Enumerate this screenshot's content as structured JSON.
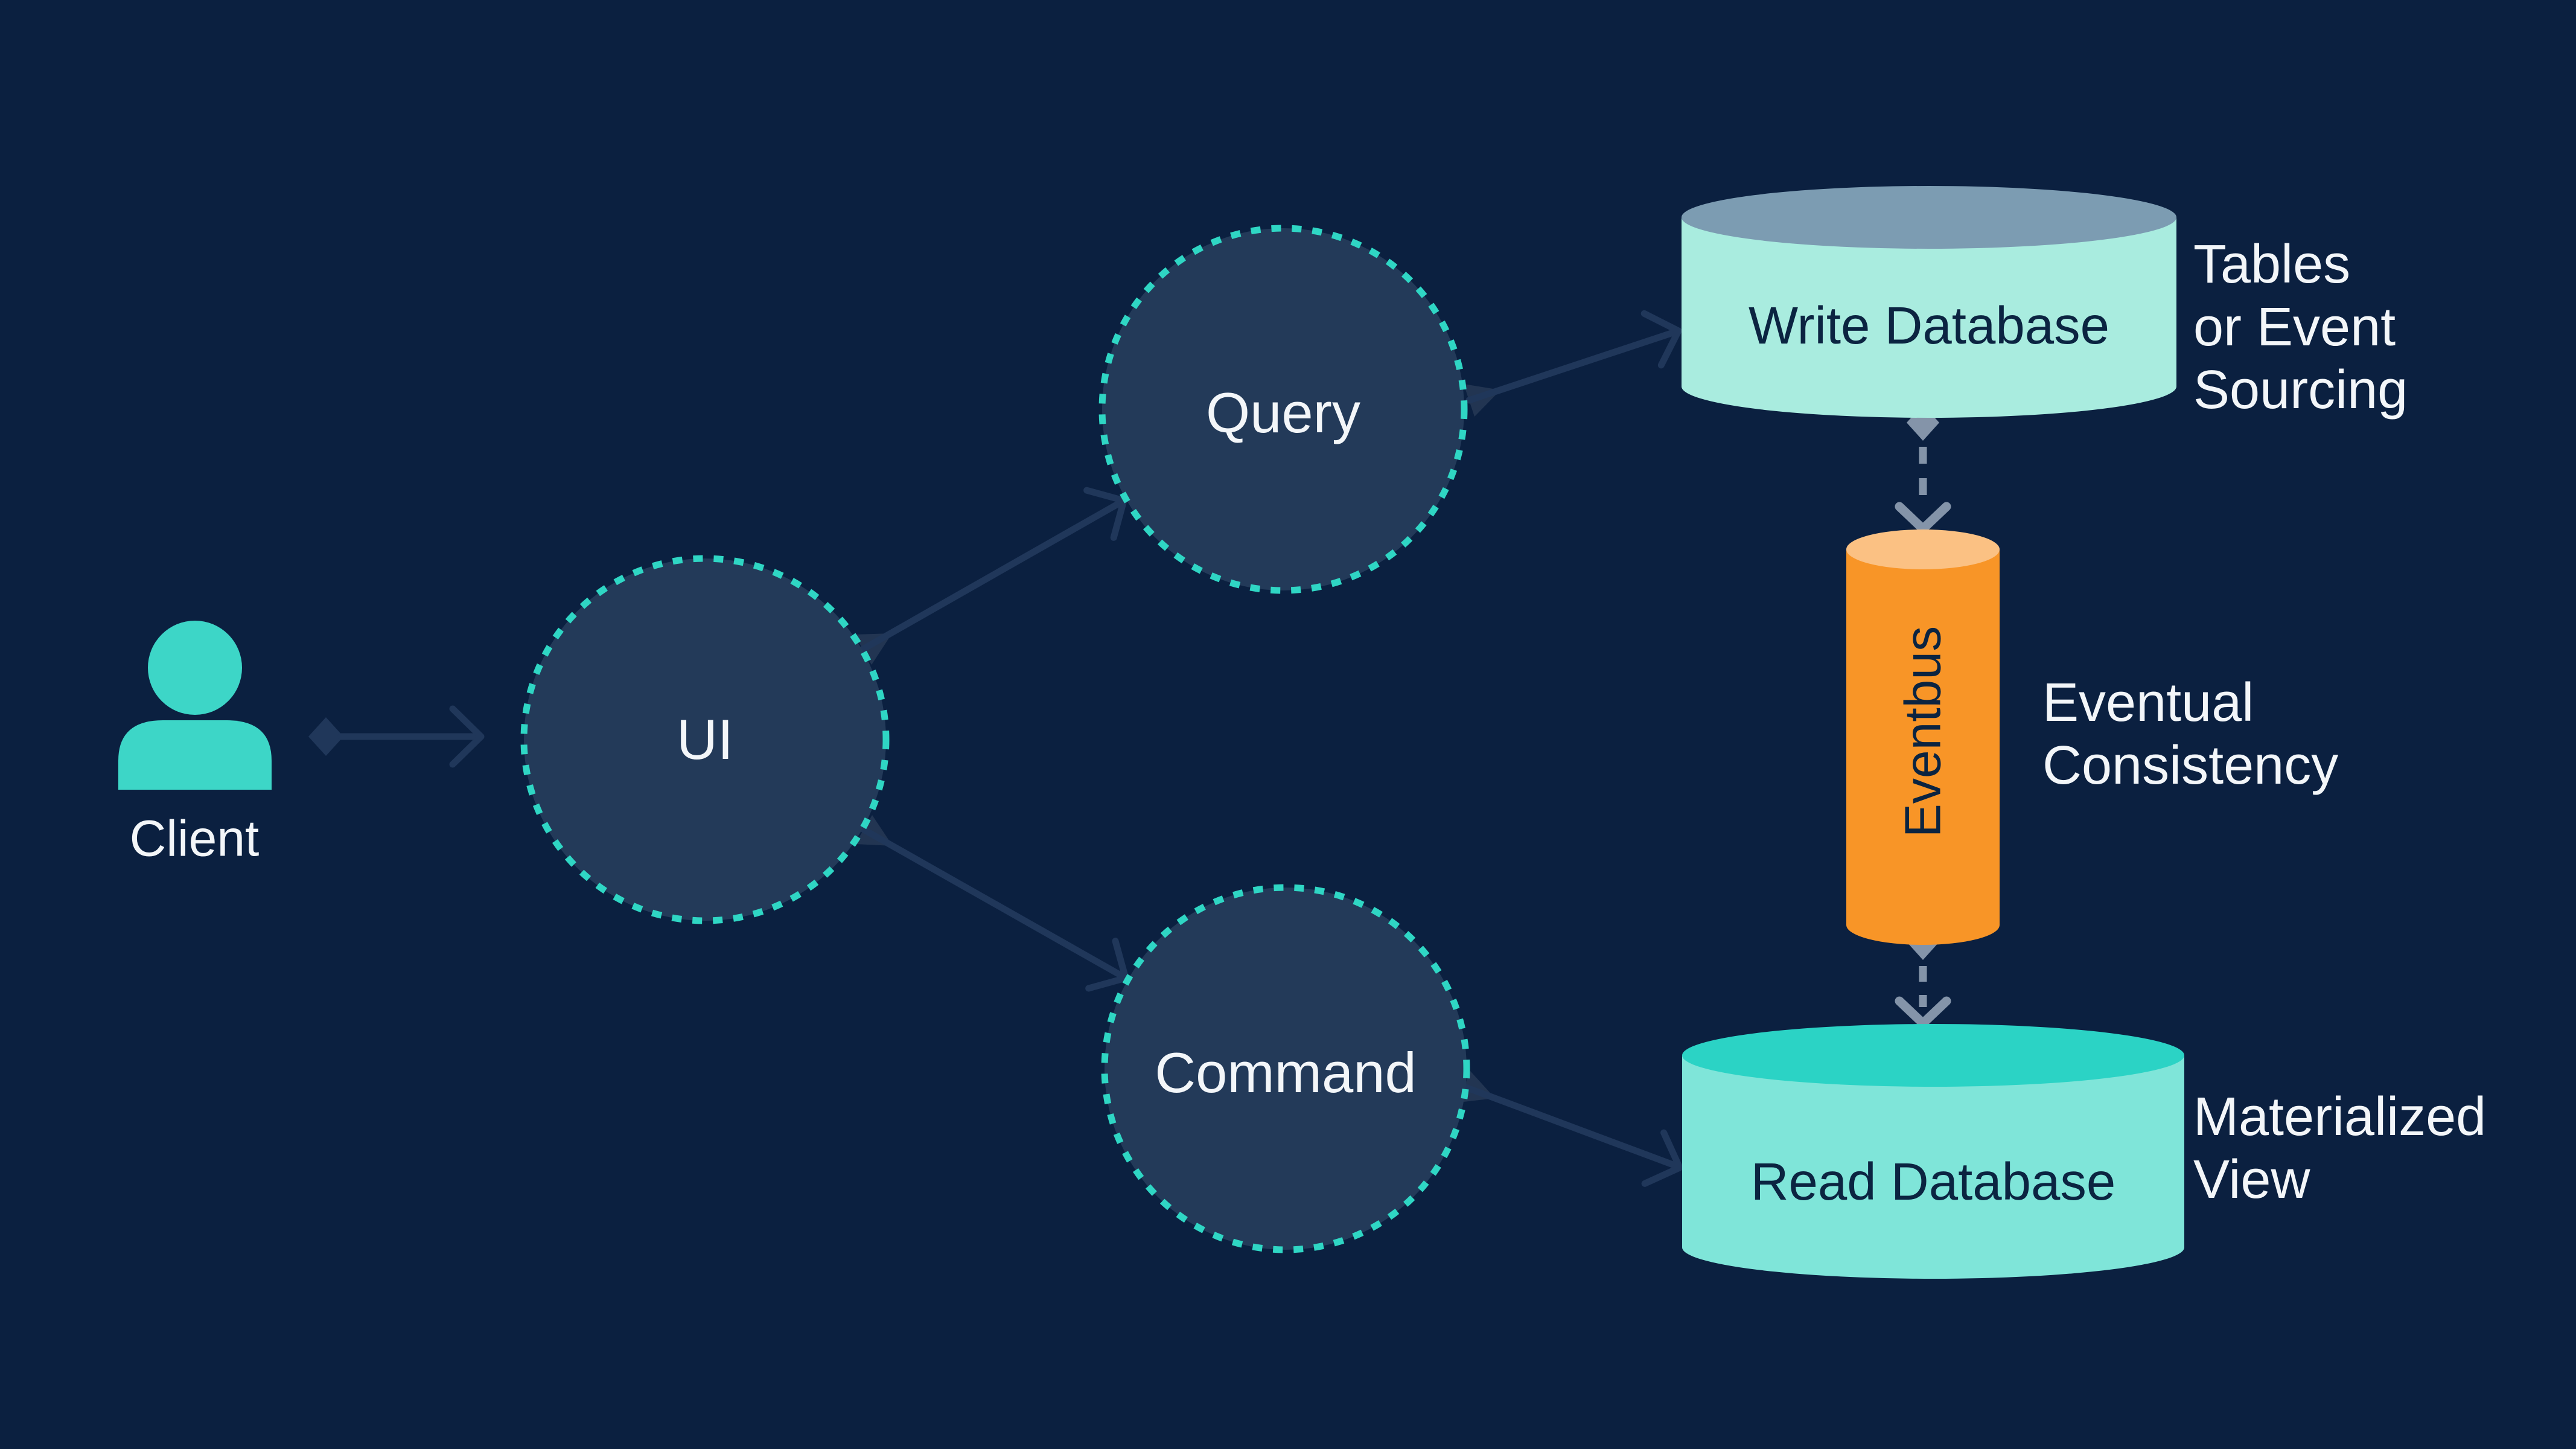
{
  "title": "CQRS architecture diagram",
  "colors": {
    "background": "#0B2040",
    "node_fill": "#233A59",
    "node_dash": "#2FD6C4",
    "person_teal": "#3DD6C7",
    "arrow": "#20375A",
    "connector_gray": "#8494A9",
    "write_db_body": "#A9ECDF",
    "write_db_top": "#7C9CB2",
    "read_db_body": "#7FE5D9",
    "read_db_top": "#2BD3C5",
    "eventbus_body": "#F89527",
    "eventbus_top": "#FBC183",
    "text_light": "#F3F6F9",
    "text_dark": "#0B2441"
  },
  "nodes": {
    "client": {
      "label": "Client"
    },
    "ui": {
      "label": "UI"
    },
    "query": {
      "label": "Query"
    },
    "command": {
      "label": "Command"
    },
    "write_db": {
      "label": "Write Database"
    },
    "eventbus": {
      "label": "Eventbus"
    },
    "read_db": {
      "label": "Read Database"
    }
  },
  "annotations": {
    "write_db": "Tables\nor Event\nSourcing",
    "eventbus": "Eventual\nConsistency",
    "read_db": "Materialized\nView"
  },
  "edges": [
    {
      "from": "Client",
      "to": "UI",
      "style": "solid"
    },
    {
      "from": "UI",
      "to": "Query",
      "style": "solid"
    },
    {
      "from": "UI",
      "to": "Command",
      "style": "solid"
    },
    {
      "from": "Query",
      "to": "Write Database",
      "style": "solid"
    },
    {
      "from": "Command",
      "to": "Read Database",
      "style": "solid"
    },
    {
      "from": "Write Database",
      "to": "Eventbus",
      "style": "dashed"
    },
    {
      "from": "Eventbus",
      "to": "Read Database",
      "style": "dashed"
    }
  ]
}
